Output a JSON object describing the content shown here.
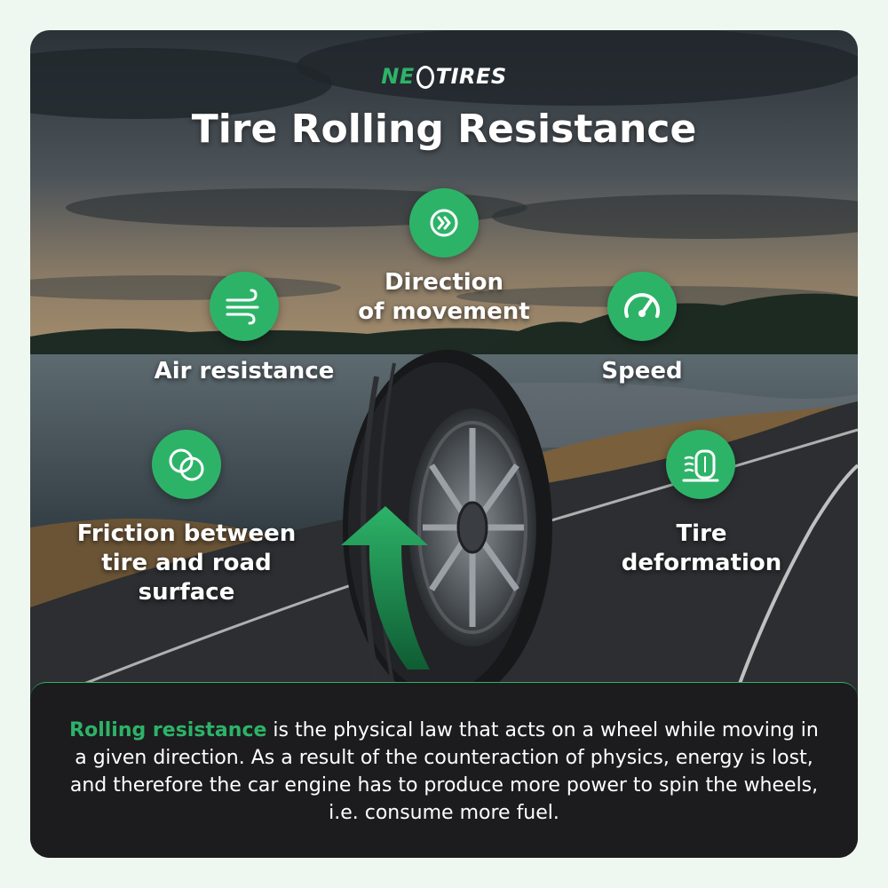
{
  "brand": {
    "logo_left": "NE",
    "logo_right": "TIRES"
  },
  "title": "Tire Rolling Resistance",
  "factors": {
    "direction": {
      "line1": "Direction",
      "line2": "of movement",
      "icon": "double-chevron-right-icon"
    },
    "air": {
      "label": "Air resistance",
      "icon": "wind-icon"
    },
    "speed": {
      "label": "Speed",
      "icon": "speedometer-icon"
    },
    "friction": {
      "line1": "Friction between",
      "line2": "tire and road",
      "line3": "surface",
      "icon": "overlapping-circles-icon"
    },
    "deformation": {
      "line1": "Tire",
      "line2": "deformation",
      "icon": "tire-deformation-icon"
    }
  },
  "info": {
    "highlight": "Rolling resistance",
    "text": " is the physical law that acts on a wheel while moving in a given direction. As a result of the counteraction of physics, energy is lost, and therefore the car engine has to produce more power to spin the wheels, i.e. consume more fuel."
  },
  "colors": {
    "accent": "#2db368",
    "panel": "#1c1c1e",
    "page_bg": "#eef7f0"
  }
}
